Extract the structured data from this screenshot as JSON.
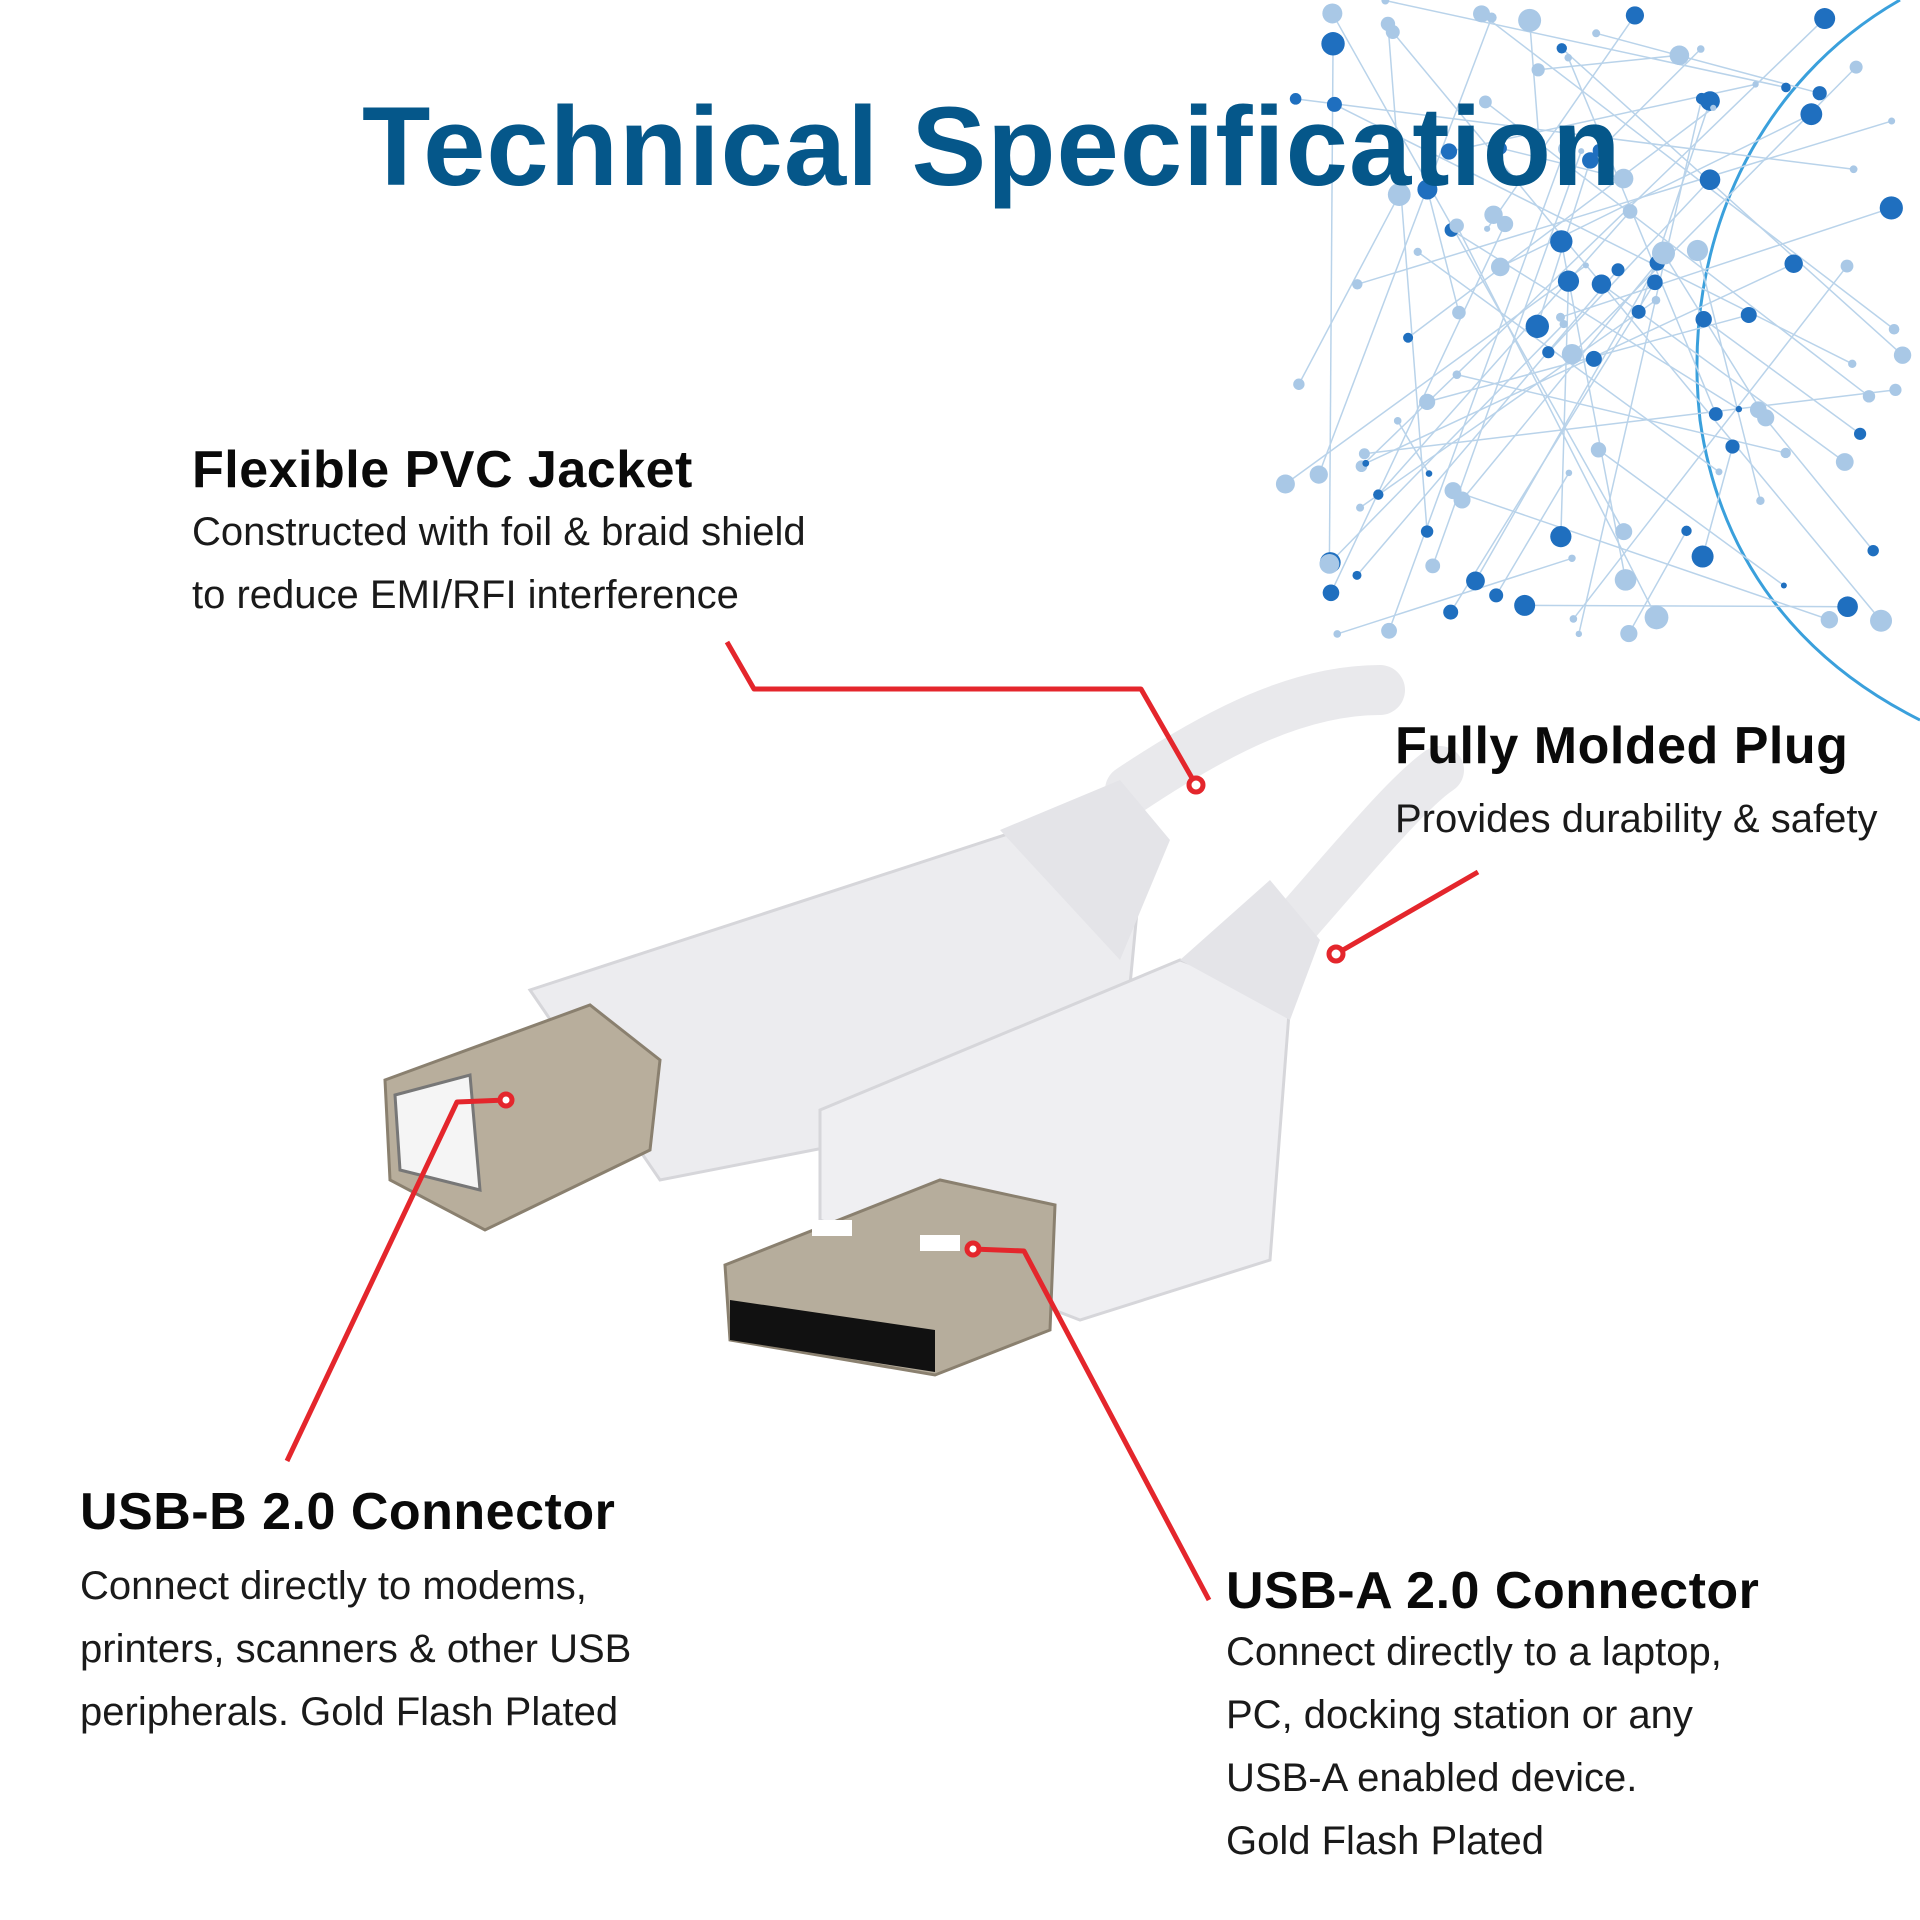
{
  "title": "Technical Specification",
  "accent_color": "#05578a",
  "callout_color": "#e4262c",
  "features": [
    {
      "heading": "Flexible PVC Jacket",
      "lines": [
        "Constructed with foil & braid shield",
        "to reduce EMI/RFI interference"
      ]
    },
    {
      "heading": "Fully Molded Plug",
      "lines": [
        "Provides durability & safety"
      ]
    },
    {
      "heading": "USB-B 2.0 Connector",
      "lines": [
        "Connect directly to modems,",
        "printers, scanners & other USB",
        "peripherals. Gold Flash Plated"
      ]
    },
    {
      "heading": "USB-A 2.0 Connector",
      "lines": [
        "Connect directly to a laptop,",
        "PC, docking station or any",
        "USB-A enabled device.",
        "Gold Flash Plated"
      ]
    }
  ]
}
